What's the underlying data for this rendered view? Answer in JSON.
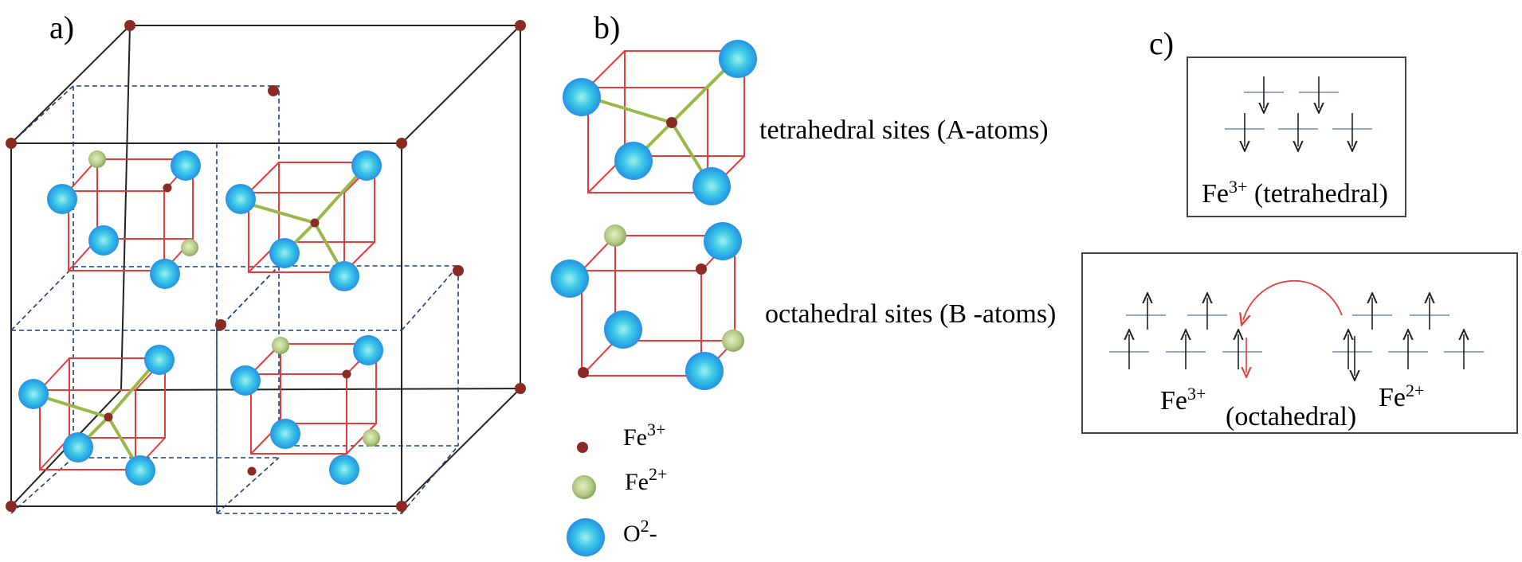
{
  "panels": {
    "a": {
      "label": "a)"
    },
    "b": {
      "label": "b)"
    },
    "c": {
      "label": "c)"
    }
  },
  "site_labels": {
    "tetrahedral": "tetrahedral sites (A-atoms)",
    "octahedral": "octahedral sites (B -atoms)"
  },
  "legend": {
    "fe3": {
      "base": "Fe",
      "sup": "3+"
    },
    "fe2": {
      "base": "Fe",
      "sup": "2+"
    },
    "o2": {
      "base": "O",
      "sup": "2",
      "tail": "-"
    }
  },
  "box_tetra": {
    "ion": {
      "base": "Fe",
      "sup": "3+"
    },
    "caption": " (tetrahedral)"
  },
  "box_octa": {
    "left_ion": {
      "base": "Fe",
      "sup": "3+"
    },
    "center": "(octahedral)",
    "right_ion": {
      "base": "Fe",
      "sup": "2+"
    }
  },
  "colors": {
    "fe3": "#8b2a22",
    "fe2_light": "#d7e6b3",
    "fe2_dark": "#8aa85a",
    "o_light": "#9ff0ee",
    "o_dark": "#1e90e6",
    "bond": "#9ab84a",
    "subcube": "#e83a3a",
    "dashed": "#1f3f7a",
    "frame": "#222222",
    "level": "#8fa9c6",
    "hop": "#e83a3a"
  }
}
